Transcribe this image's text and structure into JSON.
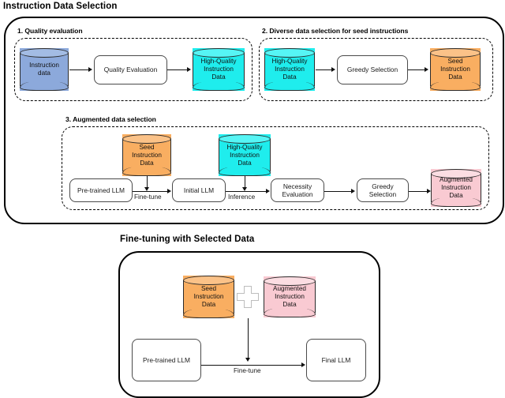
{
  "titles": {
    "main": "Instruction Data Selection",
    "bottom": "Fine-tuning with Selected Data"
  },
  "sections": {
    "s1": "1. Quality evaluation",
    "s2": "2. Diverse data selection for seed instructions",
    "s3": "3. Augmented data selection"
  },
  "colors": {
    "instruction_data": "#8CA9DB",
    "high_quality": "#1FEDED",
    "seed": "#F9AE61",
    "augmented": "#F9CAD2",
    "process": "#FFFFFF",
    "stroke": "#000000"
  },
  "stage1": {
    "db_source": {
      "l1": "Instruction",
      "l2": "data"
    },
    "process": "Quality Evaluation",
    "db_out": {
      "l1": "High-Quality",
      "l2": "Instruction",
      "l3": "Data"
    }
  },
  "stage2": {
    "db_in": {
      "l1": "High-Quality",
      "l2": "Instruction",
      "l3": "Data"
    },
    "process": "Greedy Selection",
    "db_out": {
      "l1": "Seed",
      "l2": "Instruction",
      "l3": "Data"
    }
  },
  "stage3": {
    "db_seed": {
      "l1": "Seed",
      "l2": "Instruction",
      "l3": "Data"
    },
    "db_hq": {
      "l1": "High-Quality",
      "l2": "Instruction",
      "l3": "Data"
    },
    "db_aug": {
      "l1": "Augmented",
      "l2": "Instruction",
      "l3": "Data"
    },
    "node_pretrained": "Pre-trained LLM",
    "node_initial": "Initial LLM",
    "node_necessity_l1": "Necessity",
    "node_necessity_l2": "Evaluation",
    "node_greedy_l1": "Greedy",
    "node_greedy_l2": "Selection",
    "edge_finetune": "Fine-tune",
    "edge_inference": "Inference"
  },
  "bottom": {
    "db_seed": {
      "l1": "Seed",
      "l2": "Instruction",
      "l3": "Data"
    },
    "db_aug": {
      "l1": "Augmented",
      "l2": "Instruction",
      "l3": "Data"
    },
    "plus_symbol": "plus-icon",
    "node_pretrained": "Pre-trained LLM",
    "node_final": "Final LLM",
    "edge_finetune": "Fine-tune"
  }
}
